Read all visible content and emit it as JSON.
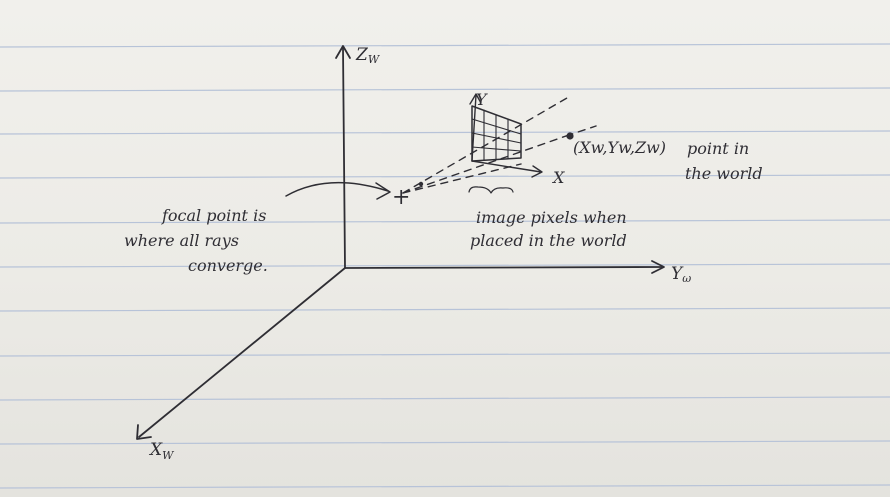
{
  "colors": {
    "paper": "#efeeea",
    "rule_line": "#b7c3d8",
    "ink": "#2f2e34"
  },
  "axes": {
    "z": {
      "letter": "Z",
      "subscript": "W"
    },
    "y": {
      "letter": "Y",
      "subscript": "ω"
    },
    "x": {
      "letter": "X",
      "subscript": "W"
    }
  },
  "image_plane": {
    "axis_y": "Y",
    "axis_x": "X",
    "caption_line1": "image pixels when",
    "caption_line2": "placed in the world"
  },
  "world_point": {
    "coords": "(Xw,Yw,Zw)",
    "label_line1": "point in",
    "label_line2": "the world"
  },
  "focal": {
    "marker": "+",
    "note_line1": "focal point is",
    "note_line2": "where all rays",
    "note_line3": "converge."
  }
}
